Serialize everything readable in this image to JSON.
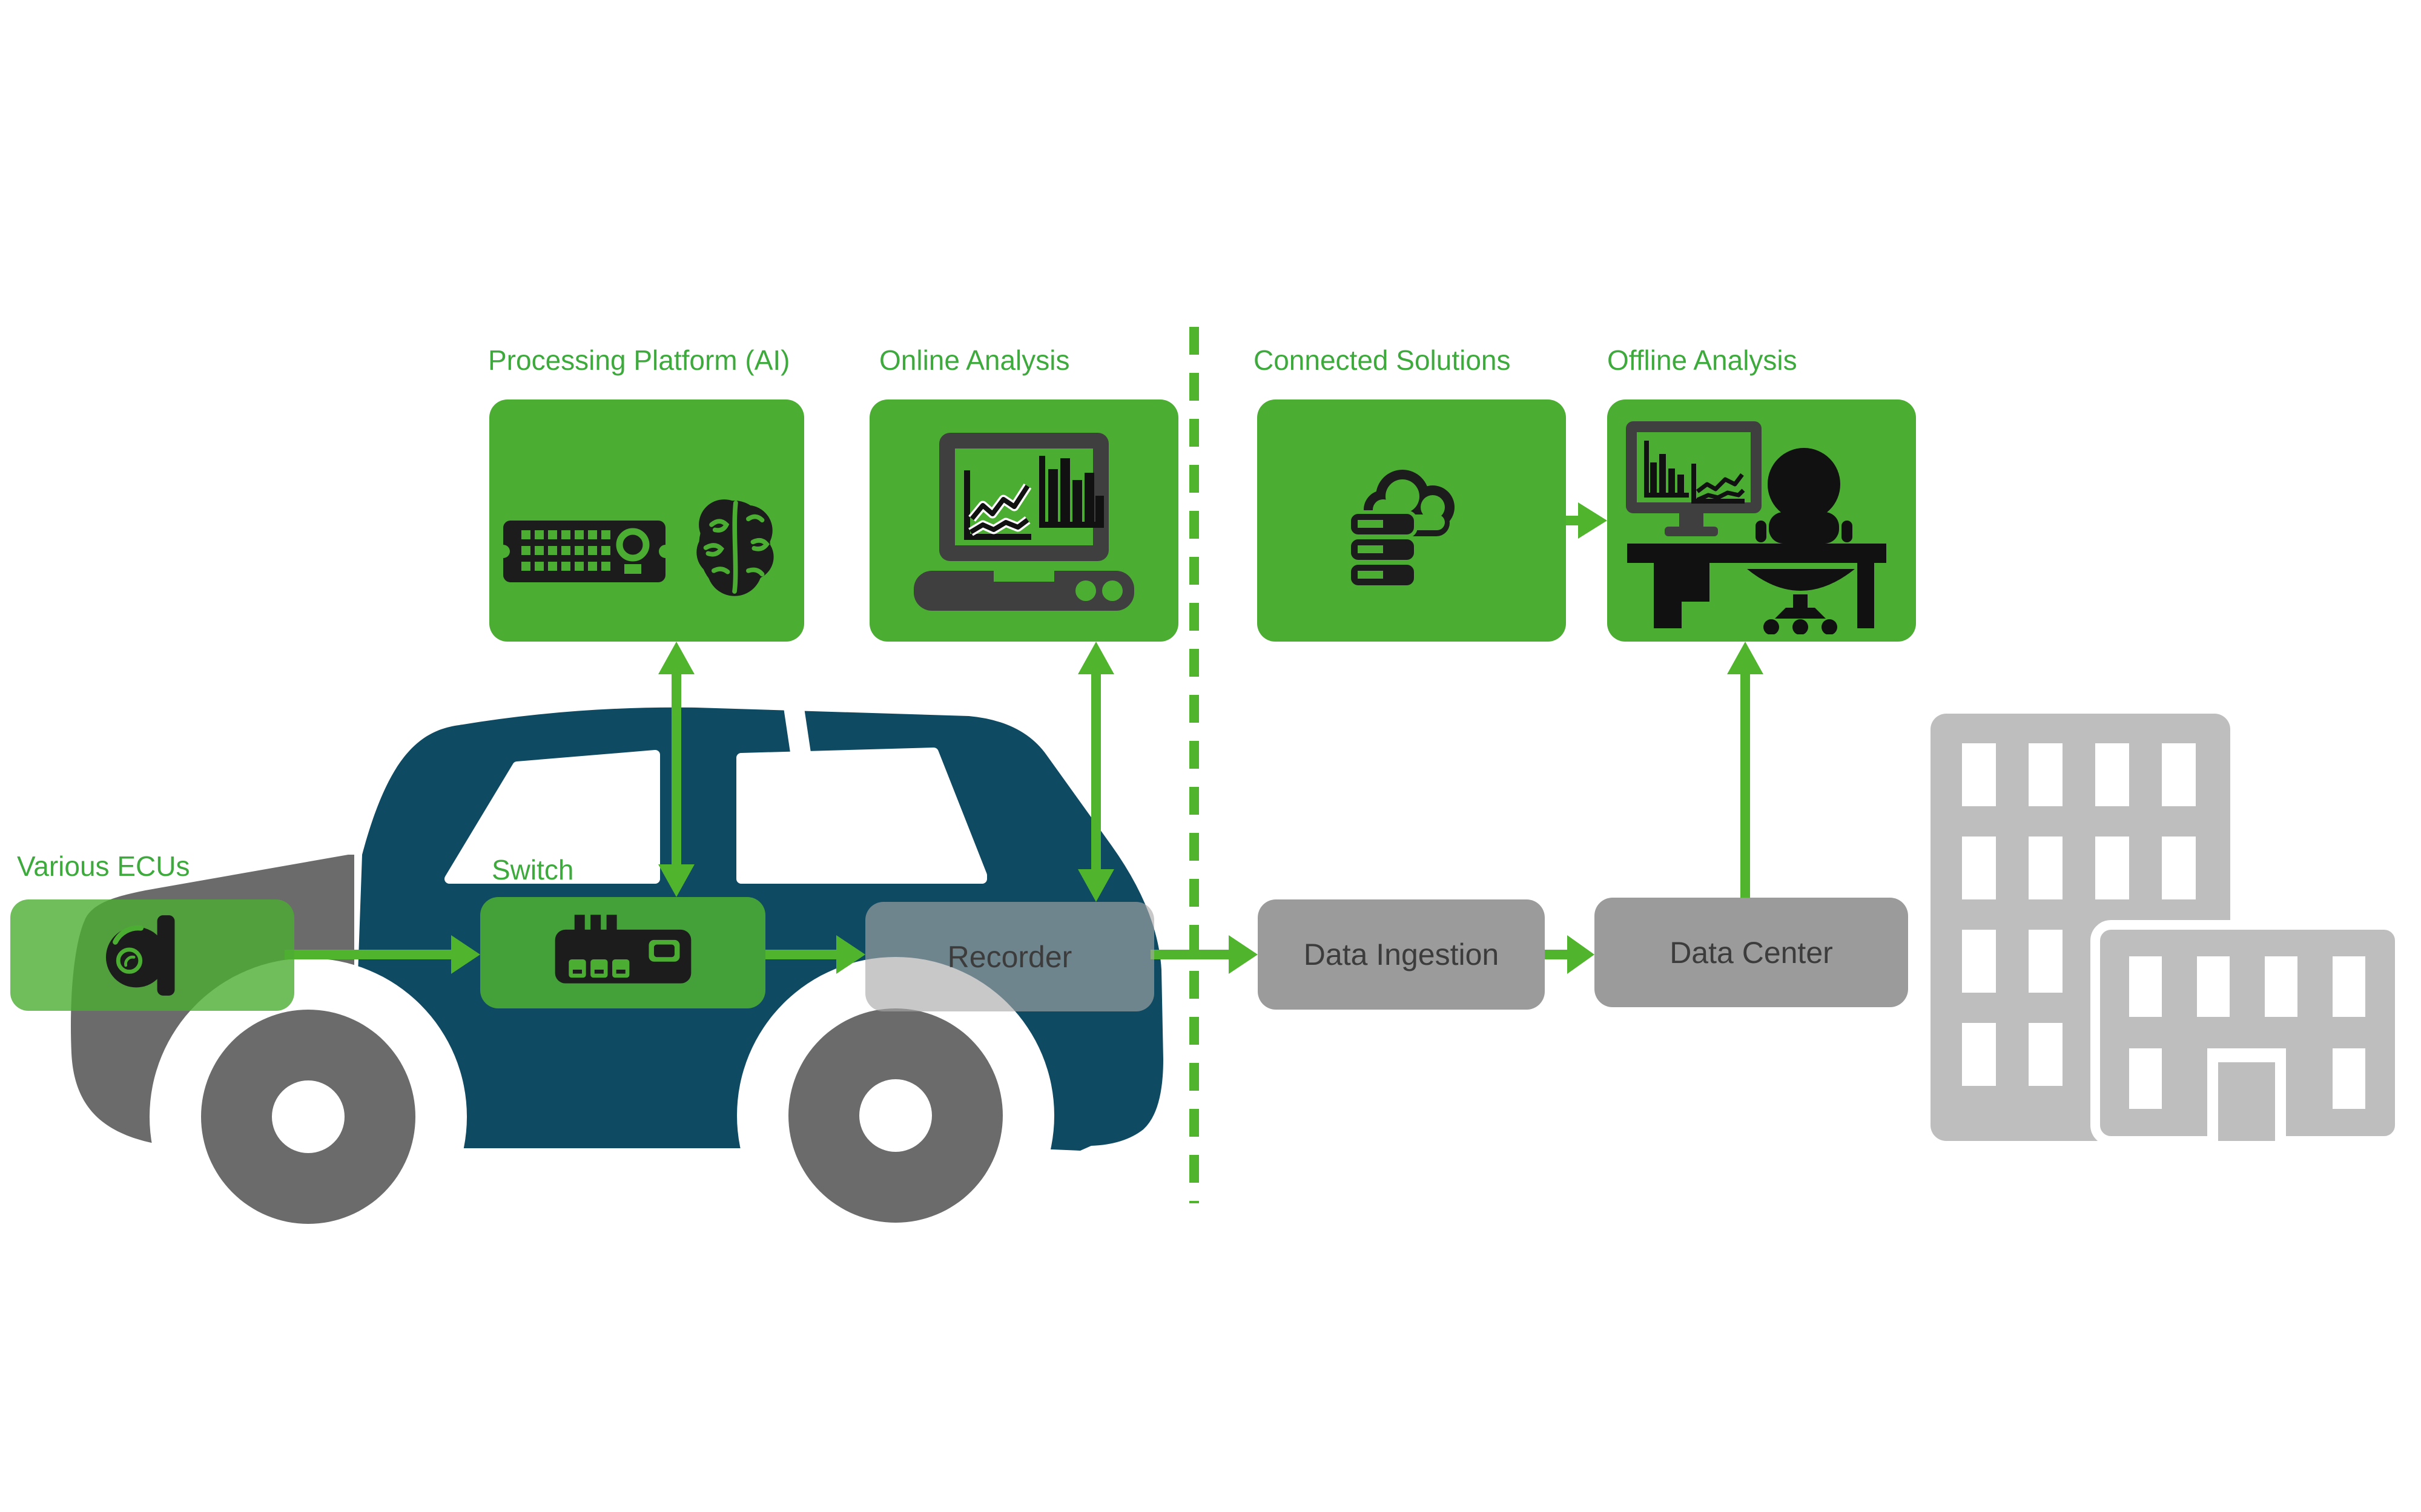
{
  "diagram": {
    "in_vehicle": {
      "various_ecus_label": "Various ECUs",
      "switch_label": "Switch",
      "processing_platform_label": "Processing Platform (AI)",
      "online_analysis_label": "Online Analysis",
      "recorder_label": "Recorder"
    },
    "offboard": {
      "connected_solutions_label": "Connected Solutions",
      "offline_analysis_label": "Offline Analysis",
      "data_ingestion_label": "Data Ingestion",
      "data_center_label": "Data Center"
    },
    "icons": {
      "various_ecus": "camera-icon",
      "switch": "ethernet-switch-icon",
      "processing_platform": [
        "circuit-board-icon",
        "brain-icon"
      ],
      "online_analysis": "laptop-analytics-icon",
      "connected_solutions": "cloud-server-icon",
      "offline_analysis": "workstation-desk-icon",
      "scene": [
        "car-silhouette",
        "office-buildings-icon",
        "dashed-divider"
      ]
    },
    "colors": {
      "green_box": "#4CAD33",
      "green_label": "#3EA93C",
      "green_arrow": "#50B42C",
      "car_teal": "#0F4A63",
      "car_gray": "#6B6B6B",
      "building_gray": "#BEBEBE",
      "gray_box": "#9B9B9B",
      "box_text": "#3C3C3C",
      "icon_dark": "#1C1C1C"
    }
  }
}
